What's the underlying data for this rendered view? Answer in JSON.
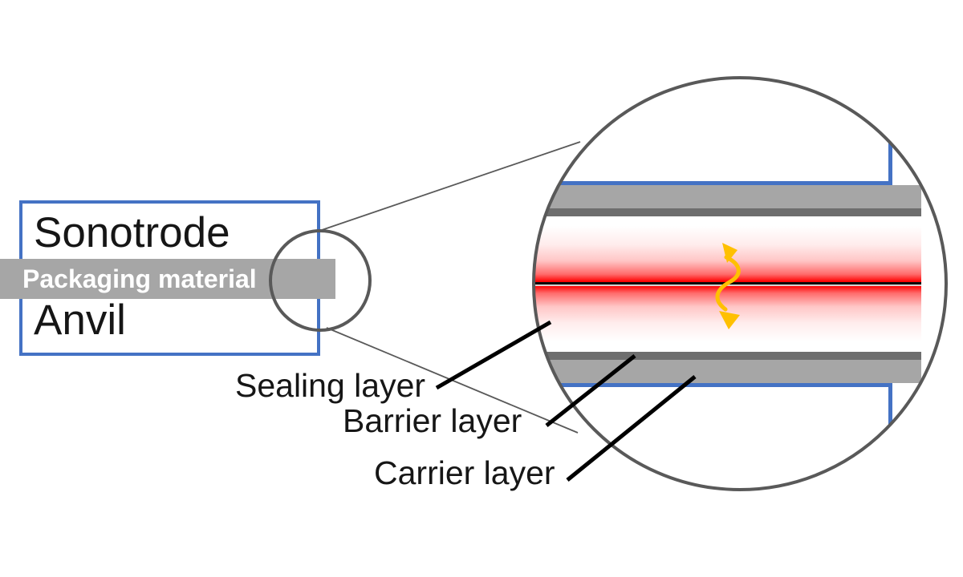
{
  "diagram": {
    "machine": {
      "sonotrode_label": "Sonotrode",
      "packaging_label": "Packaging material",
      "anvil_label": "Anvil"
    },
    "layer_labels": {
      "sealing": "Sealing layer",
      "barrier": "Barrier layer",
      "carrier": "Carrier layer"
    },
    "colors": {
      "machine_outline_blue": "#4472C4",
      "packaging_gray": "#A6A6A6",
      "barrier_dark_gray": "#6E6E6E",
      "circle_stroke_gray": "#595959",
      "heat_red": "#FF0000",
      "vibration_gold": "#FFC000",
      "label_black": "#161616"
    }
  }
}
